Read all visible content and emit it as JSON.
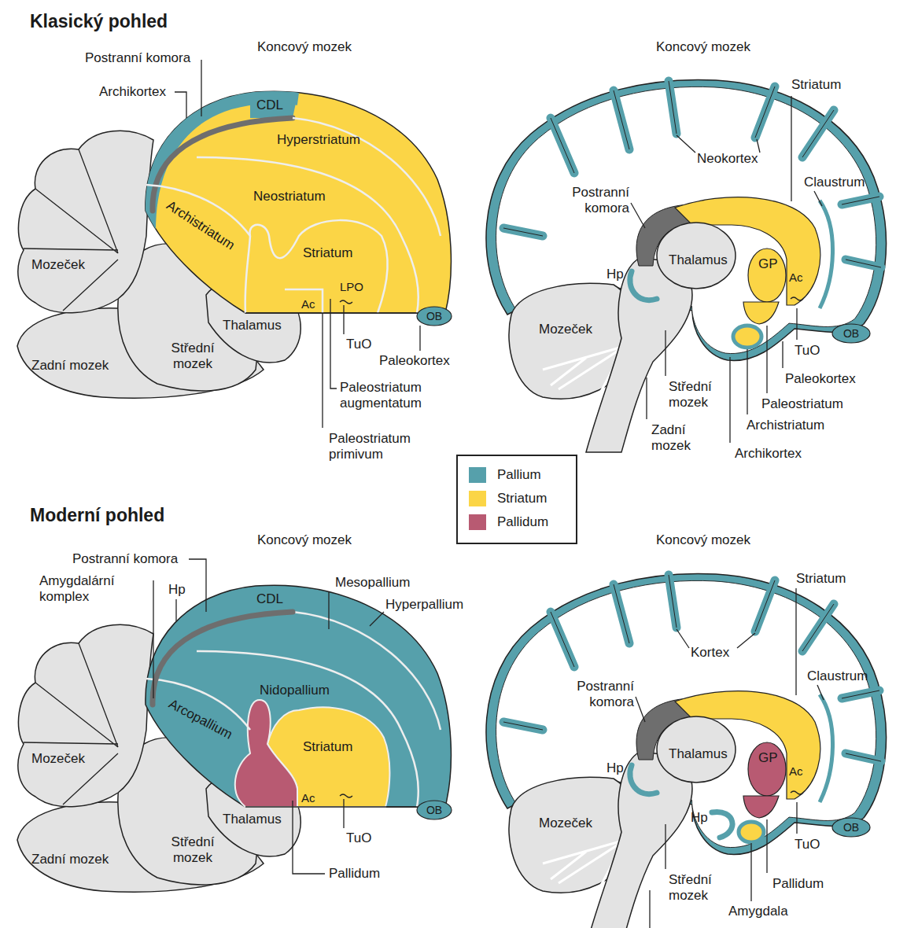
{
  "diagram": {
    "labels": [
      "Klasický pohled",
      "Koncový mozek",
      "Postranní komora",
      "Archikortex",
      "CDL",
      "Hyperstriatum",
      "Neostriatum",
      "Archistriatum",
      "Mozeček",
      "Striatum",
      "LPO",
      "Ac",
      "Thalamus",
      "OB",
      "TuO",
      "Zadní mozek",
      "Střední mozek",
      "Paleokortex",
      "Paleostriatum augmentatum",
      "Paleostriatum primivum",
      "Koncový mozek",
      "Striatum",
      "Neokortex",
      "Claustrum",
      "Postranní komora",
      "Thalamus",
      "GP",
      "Hp",
      "Ac",
      "Mozeček",
      "OB",
      "TuO",
      "Paleokortex",
      "Střední mozek",
      "Paleostriatum",
      "Zadní mozek",
      "Archistriatum",
      "Archikortex",
      "Moderní pohled",
      "Koncový mozek",
      "Postranní komora",
      "Amygdalární komplex",
      "Hp",
      "Mesopallium",
      "Hyperpallium",
      "CDL",
      "Nidopallium",
      "Arcopallium",
      "Mozeček",
      "Striatum",
      "Ac",
      "Thalamus",
      "OB",
      "TuO",
      "Zadní mozek",
      "Střední mozek",
      "Pallidum",
      "Koncový mozek",
      "Striatum",
      "Kortex",
      "Claustrum",
      "Postranní komora",
      "Thalamus",
      "GP",
      "Hp",
      "Hp",
      "Ac",
      "Mozeček",
      "OB",
      "TuO",
      "Pallidum",
      "Střední mozek",
      "Amygdala"
    ],
    "legend": [
      {
        "text": "Pallium",
        "color": "#56a0ab"
      },
      {
        "text": "Striatum",
        "color": "#fbd546"
      },
      {
        "text": "Pallidum",
        "color": "#b85a72"
      }
    ]
  }
}
